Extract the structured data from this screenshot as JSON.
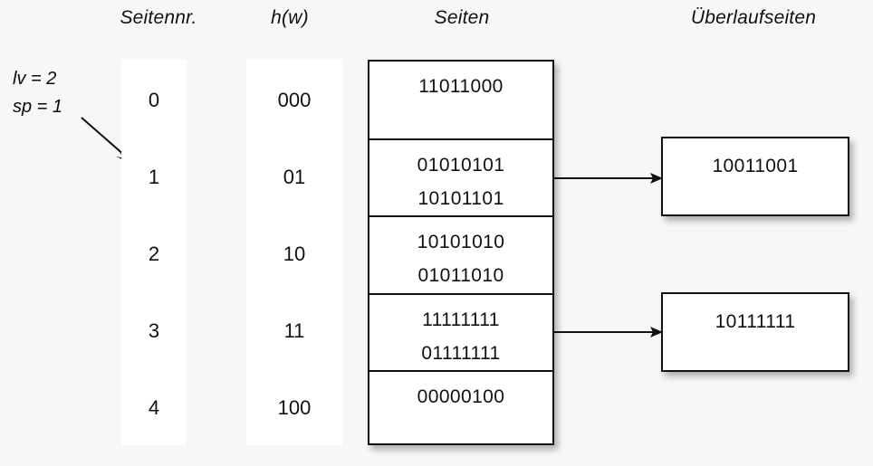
{
  "headers": {
    "page_number": "Seitennr.",
    "hash": "h(w)",
    "pages": "Seiten",
    "overflow_pages": "Überlaufseiten"
  },
  "parameters": {
    "level": "lv = 2",
    "split_pointer": "sp = 1"
  },
  "colors": {
    "background": "#f7f7f7",
    "box_fill": "#ffffff",
    "stroke": "#111111",
    "text": "#111111"
  },
  "table": {
    "page_numbers": [
      "0",
      "1",
      "2",
      "3",
      "4"
    ],
    "hash_values": [
      "000",
      "01",
      "10",
      "11",
      "100"
    ],
    "buckets": [
      {
        "page_number": "0",
        "hash": "000",
        "records": [
          "11011000"
        ],
        "has_overflow": false
      },
      {
        "page_number": "1",
        "hash": "01",
        "records": [
          "01010101",
          "10101101"
        ],
        "has_overflow": true
      },
      {
        "page_number": "2",
        "hash": "10",
        "records": [
          "10101010",
          "01011010"
        ],
        "has_overflow": false
      },
      {
        "page_number": "3",
        "hash": "11",
        "records": [
          "11111111",
          "01111111"
        ],
        "has_overflow": true
      },
      {
        "page_number": "4",
        "hash": "100",
        "records": [
          "00000100"
        ],
        "has_overflow": false
      }
    ]
  },
  "overflow": [
    {
      "source_bucket": "1",
      "records": [
        "10011001"
      ]
    },
    {
      "source_bucket": "3",
      "records": [
        "10111111"
      ]
    }
  ]
}
